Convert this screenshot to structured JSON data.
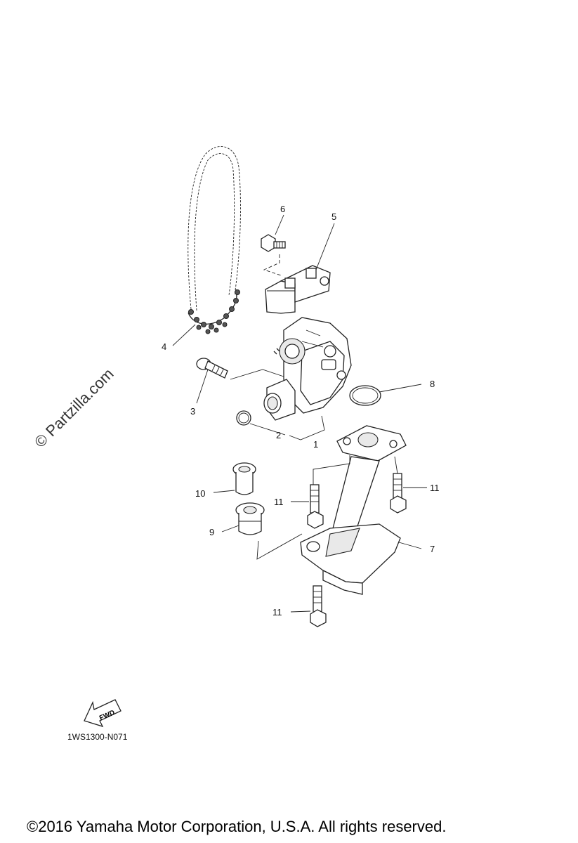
{
  "watermark": "© Partzilla.com",
  "diagram_code": "1WS1300-N071",
  "fwd_label": "FWD",
  "copyright": "©2016 Yamaha Motor Corporation, U.S.A. All rights reserved.",
  "callouts": {
    "c1": "1",
    "c2": "2",
    "c3": "3",
    "c4": "4",
    "c5": "5",
    "c6": "6",
    "c7": "7",
    "c8": "8",
    "c9": "9",
    "c10": "10",
    "c11a": "11",
    "c11b": "11",
    "c11c": "11"
  }
}
